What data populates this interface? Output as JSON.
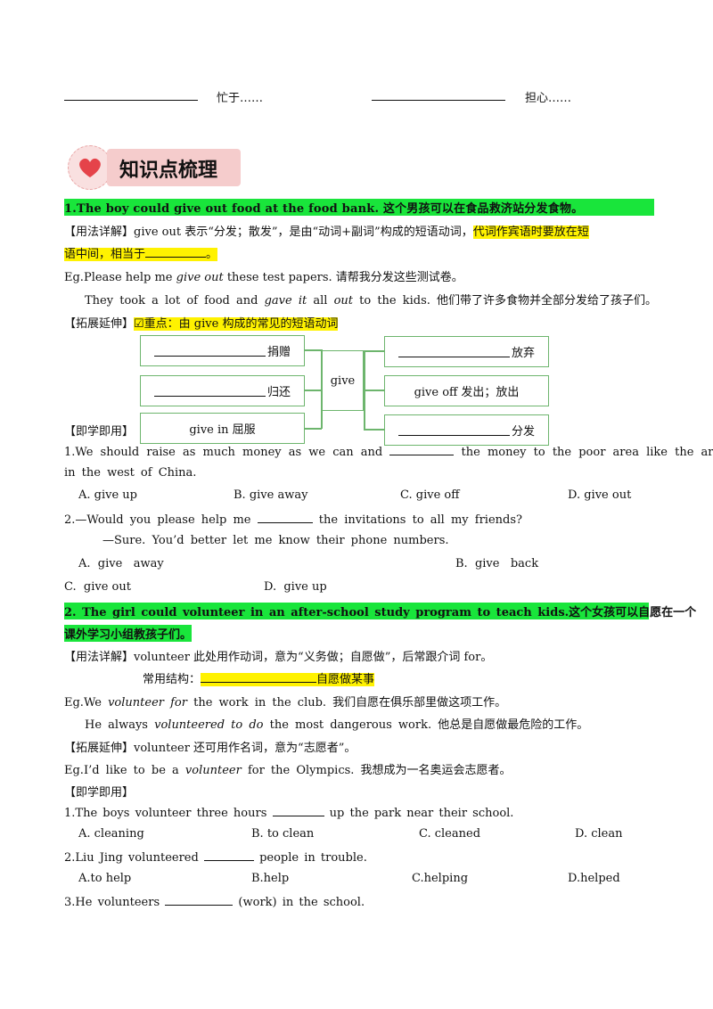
{
  "top": {
    "item1": "忙于……",
    "item2": "担心……"
  },
  "section_title": "知识点梳理",
  "s1": {
    "heading": "1.The boy could give out food at the food bank. 这个男孩可以在食品救济站分发食物。",
    "usage_tag": "【用法详解】",
    "usage_text": "give out 表示“分发；散发”，是由“动词+副词”构成的短语动词，",
    "usage_hl1": "代词作宾语时要放在短",
    "usage_hl2": "语中间，相当于",
    "usage_hl2_end": "。",
    "eg1_pre": "Eg.Please help me ",
    "eg1_it": "give out",
    "eg1_post": " these test papers. 请帮我分发这些测试卷。",
    "eg2_a": "They took a lot of food and ",
    "eg2_it1": "gave it",
    "eg2_b": " all ",
    "eg2_it2": "out",
    "eg2_c": " to the kids. 他们带了许多食物并全部分发给了孩子们。",
    "ext_tag": "【拓展延伸】",
    "ext_hl": "☑重点：由 give 构成的常见的短语动词",
    "diagram": {
      "center": "give",
      "left1": "捐赠",
      "left2": "归还",
      "left3": "give in 屈服",
      "right1": "放弃",
      "right2": "give off 发出；放出",
      "right3": "分发"
    },
    "practice_tag": "【即学即用】",
    "q1_line1": "1.We should raise as much money as we can and",
    "q1_line1_end": "the money to the poor area like the areas",
    "q1_line2": "in the west of China.",
    "q1_opts": [
      "A. give up",
      "B. give away",
      "C. give off",
      "D. give out"
    ],
    "q2_line1": "2.—Would you please help me",
    "q2_line1_end": "the invitations to all my friends?",
    "q2_line2": "—Sure. You’d better let me know their phone numbers.",
    "q2_opts": [
      "A.  give   away",
      "B.  give   back",
      "C.  give out",
      "D.  give up"
    ]
  },
  "s2": {
    "heading1": "2. The girl could volunteer in an after-school study program to teach kids.这个女孩可以自愿在一个",
    "heading2": "课外学习小组教孩子们。",
    "usage_tag": "【用法详解】",
    "usage_text": "volunteer 此处用作动词，意为“义务做；自愿做”，后常跟介词 for。",
    "struct_label": "常用结构：",
    "struct_hl": "自愿做某事",
    "eg1_pre": "Eg.We ",
    "eg1_it": "volunteer for",
    "eg1_post": " the work in the club. 我们自愿在俱乐部里做这项工作。",
    "eg2_pre": "He always ",
    "eg2_it": "volunteered to do",
    "eg2_post": " the most dangerous work. 他总是自愿做最危险的工作。",
    "ext_tag": "【拓展延伸】",
    "ext_text": "volunteer 还可用作名词，意为“志愿者”。",
    "eg3_pre": "Eg.I’d like to be a ",
    "eg3_it": "volunteer",
    "eg3_post": " for the Olympics. 我想成为一名奥运会志愿者。",
    "practice_tag": "【即学即用】",
    "q1": "1.The boys volunteer three hours",
    "q1_end": "up the park near their school.",
    "q1_opts": [
      "A. cleaning",
      "B. to clean",
      "C. cleaned",
      "D. clean"
    ],
    "q2": "2.Liu Jing volunteered",
    "q2_end": "people in trouble.",
    "q2_opts": [
      "A.to help",
      "B.help",
      "C.helping",
      "D.helped"
    ],
    "q3": "3.He volunteers",
    "q3_end": "(work) in the school."
  },
  "colors": {
    "green_highlight": "#19e53b",
    "yellow_highlight": "#fff200",
    "box_border": "#6db56d",
    "title_bg": "#f5cccc",
    "heart": "#e5434a"
  }
}
